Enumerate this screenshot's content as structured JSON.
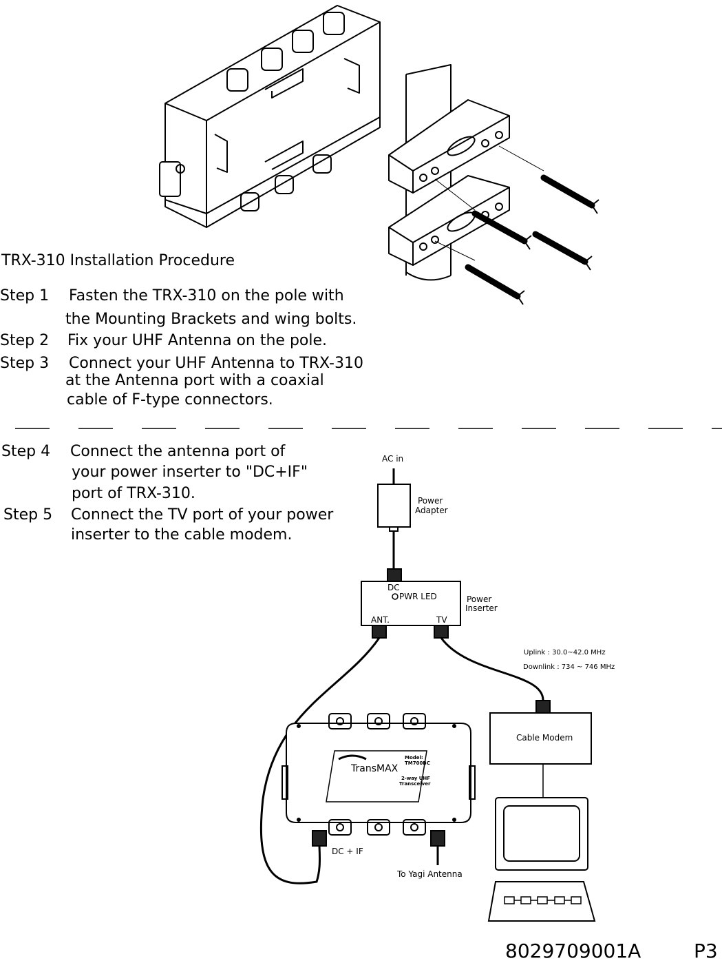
{
  "doc": {
    "title": "TRX-310 Installation Procedure",
    "steps": [
      {
        "label": "Step 1",
        "lines": [
          "Fasten the TRX-310 on the pole with",
          "the Mounting Brackets and wing bolts."
        ]
      },
      {
        "label": "Step 2",
        "lines": [
          "Fix your UHF Antenna on the pole."
        ]
      },
      {
        "label": "Step 3",
        "lines": [
          "Connect your UHF Antenna to TRX-310",
          "at the Antenna port  with a coaxial",
          "cable of F-type connectors."
        ]
      },
      {
        "label": "Step 4",
        "lines": [
          "Connect the antenna port of",
          "your power inserter to \"DC+IF\"",
          "port of TRX-310."
        ]
      },
      {
        "label": "Step 5",
        "lines": [
          "Connect the TV port of your power",
          "inserter to the cable modem."
        ]
      }
    ]
  },
  "diagram": {
    "ac_in": "AC  in",
    "power_adapter": [
      "Power",
      "Adapter"
    ],
    "dc": "DC",
    "pwr_led": "PWR LED",
    "power_inserter": [
      "Power",
      "Inserter"
    ],
    "ant": "ANT.",
    "tv": "TV",
    "uplink": "Uplink : 30.0~42.0 MHz",
    "downlink": "Downlink : 734 ~ 746 MHz",
    "cable_modem": "Cable Modem",
    "transmax": "TransMAX",
    "model_label": "Model:",
    "model_value": "TM700BC",
    "product_line": "2-way UHF",
    "product_type": "Transceiver",
    "dc_if": "DC + IF",
    "to_yagi": "To  Yagi  Antenna"
  },
  "footer": {
    "doc_number": "8029709001A",
    "page": "P3"
  }
}
